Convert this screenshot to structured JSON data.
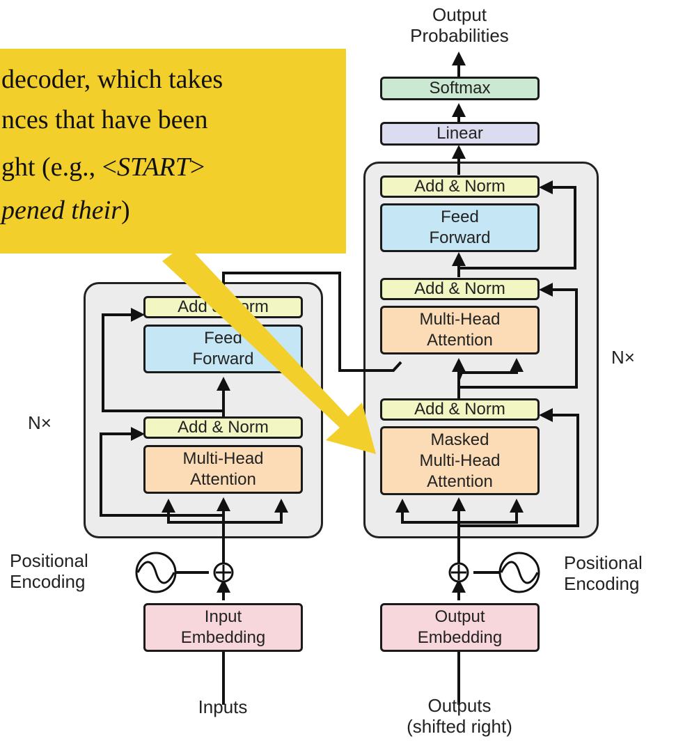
{
  "encoder": {
    "add_norm_top": "Add & Norm",
    "feed_forward_line1": "Feed",
    "feed_forward_line2": "Forward",
    "add_norm_bottom": "Add & Norm",
    "mha_line1": "Multi-Head",
    "mha_line2": "Attention",
    "nx": "N×",
    "positional_line1": "Positional",
    "positional_line2": "Encoding",
    "embedding_line1": "Input",
    "embedding_line2": "Embedding",
    "input_label": "Inputs"
  },
  "decoder": {
    "output_line1": "Output",
    "output_line2": "Probabilities",
    "softmax": "Softmax",
    "linear": "Linear",
    "add_norm_top": "Add & Norm",
    "feed_forward_line1": "Feed",
    "feed_forward_line2": "Forward",
    "add_norm_mid": "Add & Norm",
    "mha_line1": "Multi-Head",
    "mha_line2": "Attention",
    "add_norm_bottom": "Add & Norm",
    "masked_line1": "Masked",
    "masked_line2": "Multi-Head",
    "masked_line3": "Attention",
    "nx": "N×",
    "positional_line1": "Positional",
    "positional_line2": "Encoding",
    "embedding_line1": "Output",
    "embedding_line2": "Embedding",
    "output_label_line1": "Outputs",
    "output_label_line2": "(shifted right)"
  },
  "callout": {
    "line1": "decoder, which  takes",
    "line2": "nces that  have been",
    "line3_a": "ght  (e.g., <",
    "line3_b": "START",
    "line3_c": ">",
    "line4_a": "pened  their",
    "line4_b": ")"
  },
  "colors": {
    "callout_bg": "#f3cf2b",
    "arrow": "#f3cf2b",
    "add_norm": "#f2f6c2",
    "feed_forward": "#c5e6f4",
    "attention": "#fcdcb6",
    "embedding": "#f7d6dc",
    "linear": "#dcdcf1",
    "softmax": "#cbe8d3"
  }
}
